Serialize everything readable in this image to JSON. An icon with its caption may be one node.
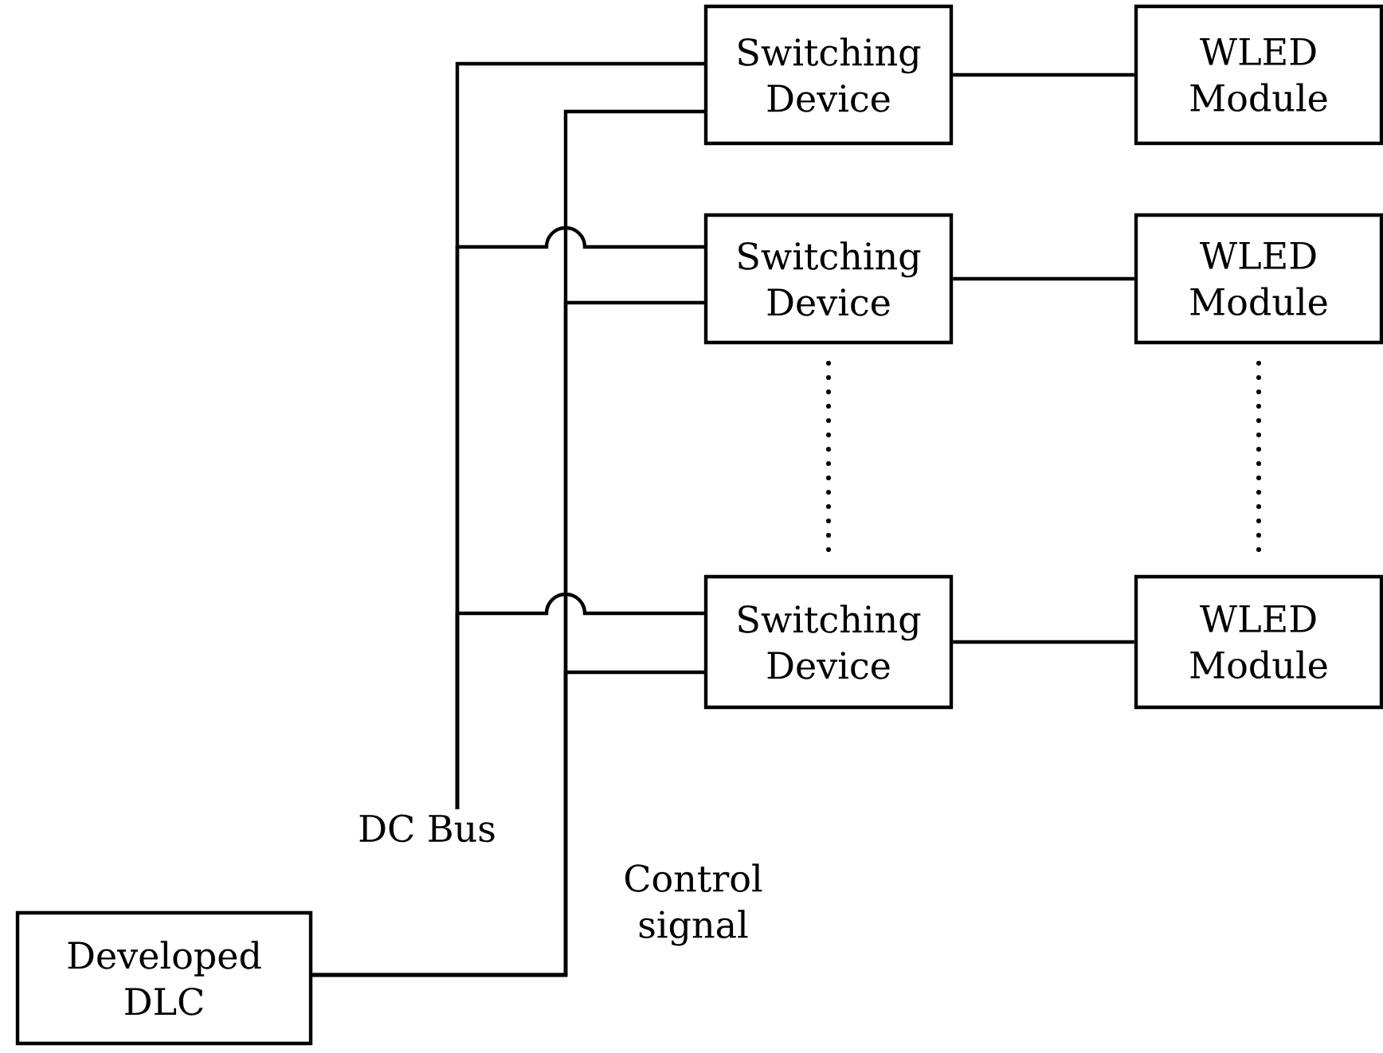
{
  "diagram": {
    "nodes": [
      {
        "text": [
          "Switching Device"
        ]
      },
      {
        "text": [
          "WLED Module"
        ]
      },
      {
        "text": [
          "Switching Device"
        ]
      },
      {
        "text": [
          "WLED Module"
        ]
      },
      {
        "text": [
          "Switching Device"
        ]
      },
      {
        "text": [
          "WLED Module"
        ]
      },
      {
        "text": [
          "Developed DLC"
        ]
      },
      {
        "text": [
          "DC Bus"
        ]
      }
    ],
    "edges": [
      {
        "from": 6,
        "to": 0,
        "arrow": "none"
      },
      {
        "from": 6,
        "to": 2,
        "arrow": "none"
      },
      {
        "from": 6,
        "to": 4,
        "arrow": "none"
      },
      {
        "from": 7,
        "to": 0,
        "arrow": "none"
      },
      {
        "from": 7,
        "to": 2,
        "arrow": "none"
      },
      {
        "from": 7,
        "to": 4,
        "arrow": "none"
      },
      {
        "from": 0,
        "to": 1,
        "arrow": "none"
      },
      {
        "from": 2,
        "to": 3,
        "arrow": "none"
      },
      {
        "from": 4,
        "to": 5,
        "arrow": "none"
      }
    ],
    "labels": [
      "Control signal"
    ]
  }
}
